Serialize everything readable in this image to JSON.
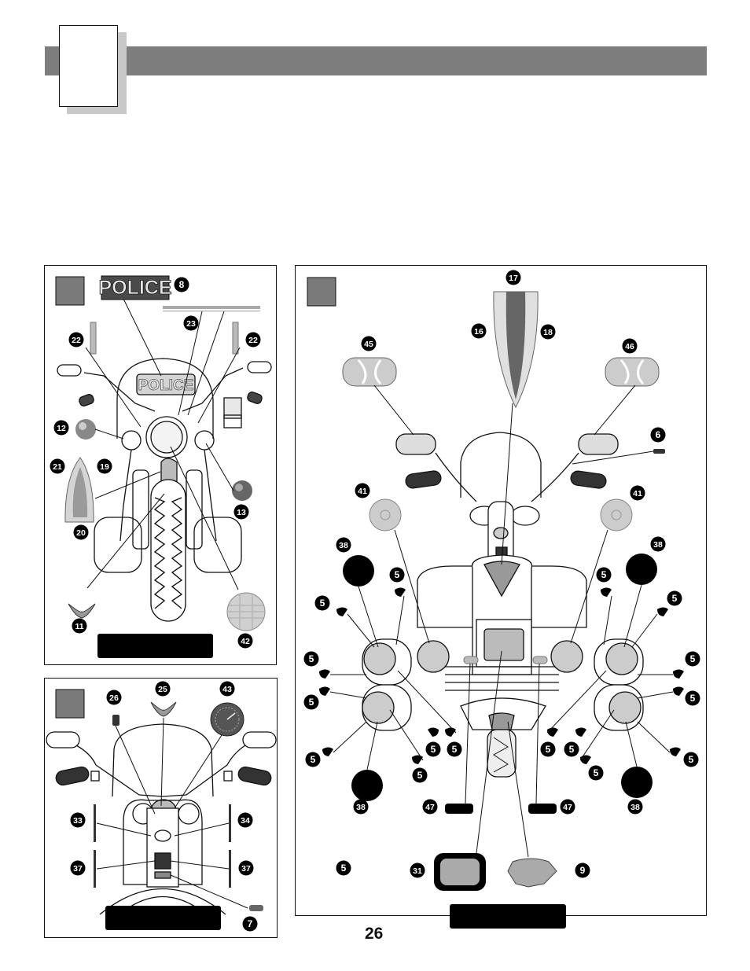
{
  "page": {
    "number": "26"
  },
  "panel_a": {
    "callouts": [
      "8",
      "23",
      "22",
      "22",
      "12",
      "21",
      "19",
      "13",
      "20",
      "11",
      "42"
    ],
    "police_decal_text": "POLICE"
  },
  "panel_b": {
    "callouts": [
      "26",
      "25",
      "43",
      "33",
      "34",
      "37",
      "37",
      "7"
    ]
  },
  "panel_c": {
    "callouts": [
      "17",
      "16",
      "18",
      "45",
      "46",
      "6",
      "41",
      "41",
      "38",
      "38",
      "38",
      "38",
      "5",
      "47",
      "47",
      "31",
      "9"
    ]
  },
  "colors": {
    "header_bar": "#7d7d7d",
    "step_square": "#7a7a7a",
    "ink": "#111111",
    "decal_gray": "#b5b5b5"
  },
  "icons": [
    "motorcycle-front-view-drawing",
    "motorcycle-rear-view-drawing",
    "motorcycle-handlebar-view-drawing",
    "police-decal",
    "eagle-emblem",
    "speedometer-decal",
    "headlight-lens",
    "reflector-disc"
  ]
}
